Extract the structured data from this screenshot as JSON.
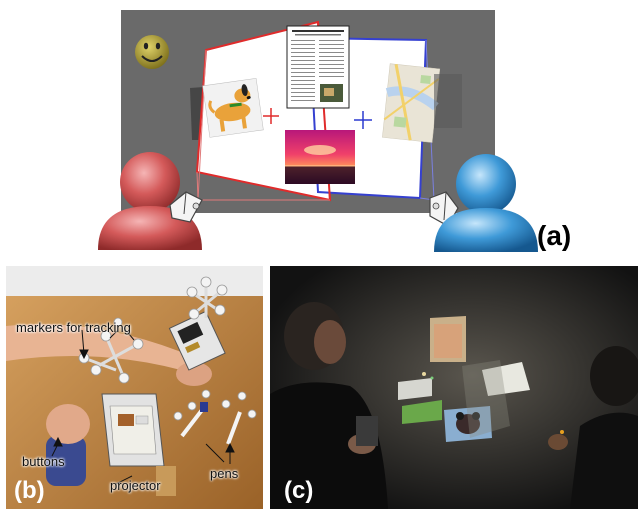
{
  "panel_a": {
    "label": "(a)"
  },
  "panel_b": {
    "label": "(b)",
    "annotations": {
      "markers": "markers for tracking",
      "buttons": "buttons",
      "projector": "projector",
      "pens": "pens"
    }
  },
  "panel_c": {
    "label": "(c)"
  },
  "colors": {
    "wall": "#6a6a6a",
    "red_projection": "#e02b2b",
    "blue_projection": "#3540d0",
    "red_user": "#d45a5a",
    "blue_user": "#3f9ad8"
  }
}
